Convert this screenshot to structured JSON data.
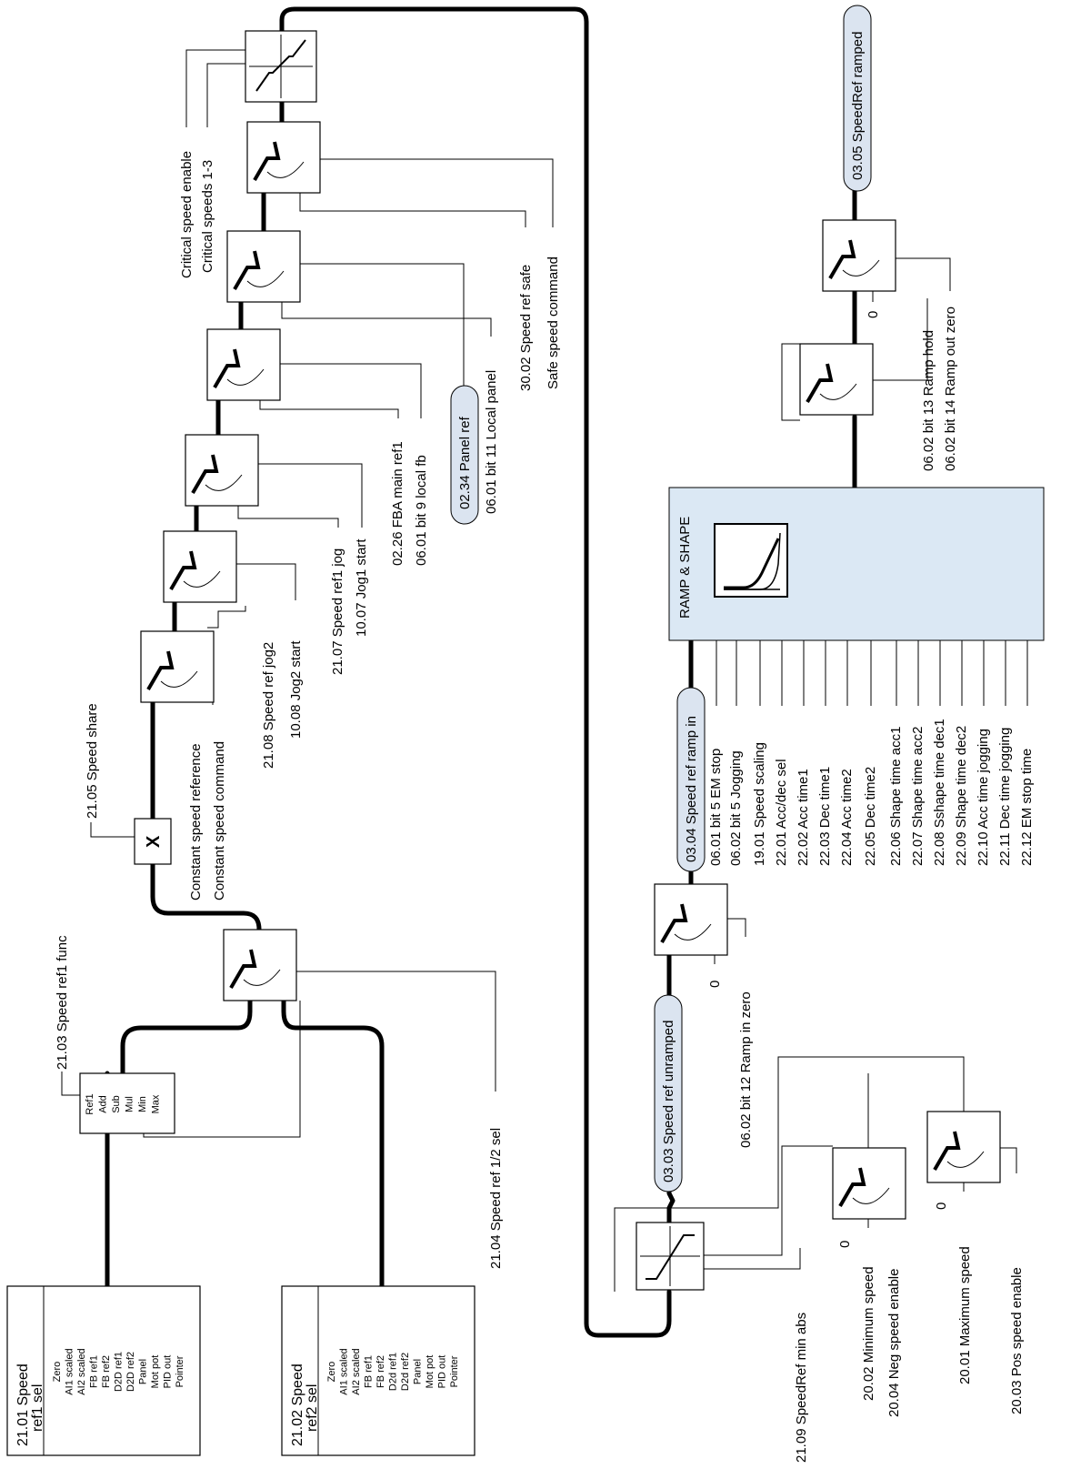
{
  "sel1": {
    "title_line1": "21.01 Speed",
    "title_line2": "ref1 sel",
    "options": [
      "Zero",
      "AI1 scaled",
      "AI2 scaled",
      "FB ref1",
      "FB ref2",
      "D2D ref1",
      "D2D ref2",
      "Panel",
      "Mot pot",
      "PID out",
      "Pointer"
    ]
  },
  "sel2": {
    "title_line1": "21.02 Speed",
    "title_line2": "ref2 sel",
    "options": [
      "Zero",
      "AI1 scaled",
      "AI2 scaled",
      "FB ref1",
      "FB ref2",
      "D2d ref1",
      "D2d ref2",
      "Panel",
      "Mot pot",
      "PID out",
      "Pointer"
    ]
  },
  "func_block": {
    "options": [
      "Ref1",
      "Add",
      "Sub",
      "Mul",
      "Min",
      "Max"
    ],
    "label": "21.03 Speed ref1 func"
  },
  "labels": {
    "speed_ref_12_sel": "21.04 Speed ref 1/2 sel",
    "speed_share": "21.05 Speed share",
    "multiply": "X",
    "const_speed_ref": "Constant speed reference",
    "const_speed_cmd": "Constant speed command",
    "speed_ref_jog2": "21.08 Speed ref jog2",
    "jog2_start": "10.08 Jog2 start",
    "speed_ref1_jog": "21.07 Speed ref1 jog",
    "jog1_start": "10.07 Jog1 start",
    "fba_main_ref1": "02.26 FBA main ref1",
    "local_fb": "06.01 bit 9 local fb",
    "local_panel": "06.01 bit 11 Local panel",
    "speed_ref_safe": "30.02 Speed ref safe",
    "safe_speed_cmd": "Safe speed command",
    "critical_speed_enable": "Critical speed enable",
    "critical_speeds": "Critical speeds 1-3",
    "ramp_in_zero": "06.02 bit 12 Ramp in zero",
    "zero_a": "0",
    "zero_b": "0",
    "zero_c": "0",
    "zero_d": "0",
    "speedref_min_abs": "21.09 SpeedRef min abs",
    "minimum_speed": "20.02 Minimum speed",
    "neg_speed_enable": "20.04 Neg speed enable",
    "maximum_speed": "20.01 Maximum speed",
    "pos_speed_enable": "20.03 Pos speed enable",
    "ramp_hold": "06.02 bit 13 Ramp hold",
    "ramp_out_zero": "06.02 bit 14 Ramp out zero"
  },
  "pills": {
    "panel_ref": "02.34 Panel ref",
    "speed_ref_unramped": "03.03 Speed ref unramped",
    "speed_ref_ramp_in": "03.04 Speed ref ramp in",
    "speedref_ramped": "03.05 SpeedRef ramped"
  },
  "ramp_block": {
    "title": "RAMP & SHAPE",
    "inputs": [
      "06.01 bit 5 EM stop",
      "06.02 bit 5 Jogging",
      "19.01 Speed scaling",
      "22.01 Acc/dec sel",
      "22.02 Acc time1",
      "22.03 Dec time1",
      "22.04 Acc time2",
      "22.05 Dec time2",
      "22.06 Shape time acc1",
      "22.07 Shape time acc2",
      "22.08 Sshape time dec1",
      "22.09 Shape time dec2",
      "22.10 Acc time jogging",
      "22.11 Dec time jogging",
      "22.12 EM stop time"
    ]
  },
  "colors": {
    "pill_fill": "#dbe4f0",
    "ramp_fill": "#dbe8f4",
    "line": "#000000"
  }
}
